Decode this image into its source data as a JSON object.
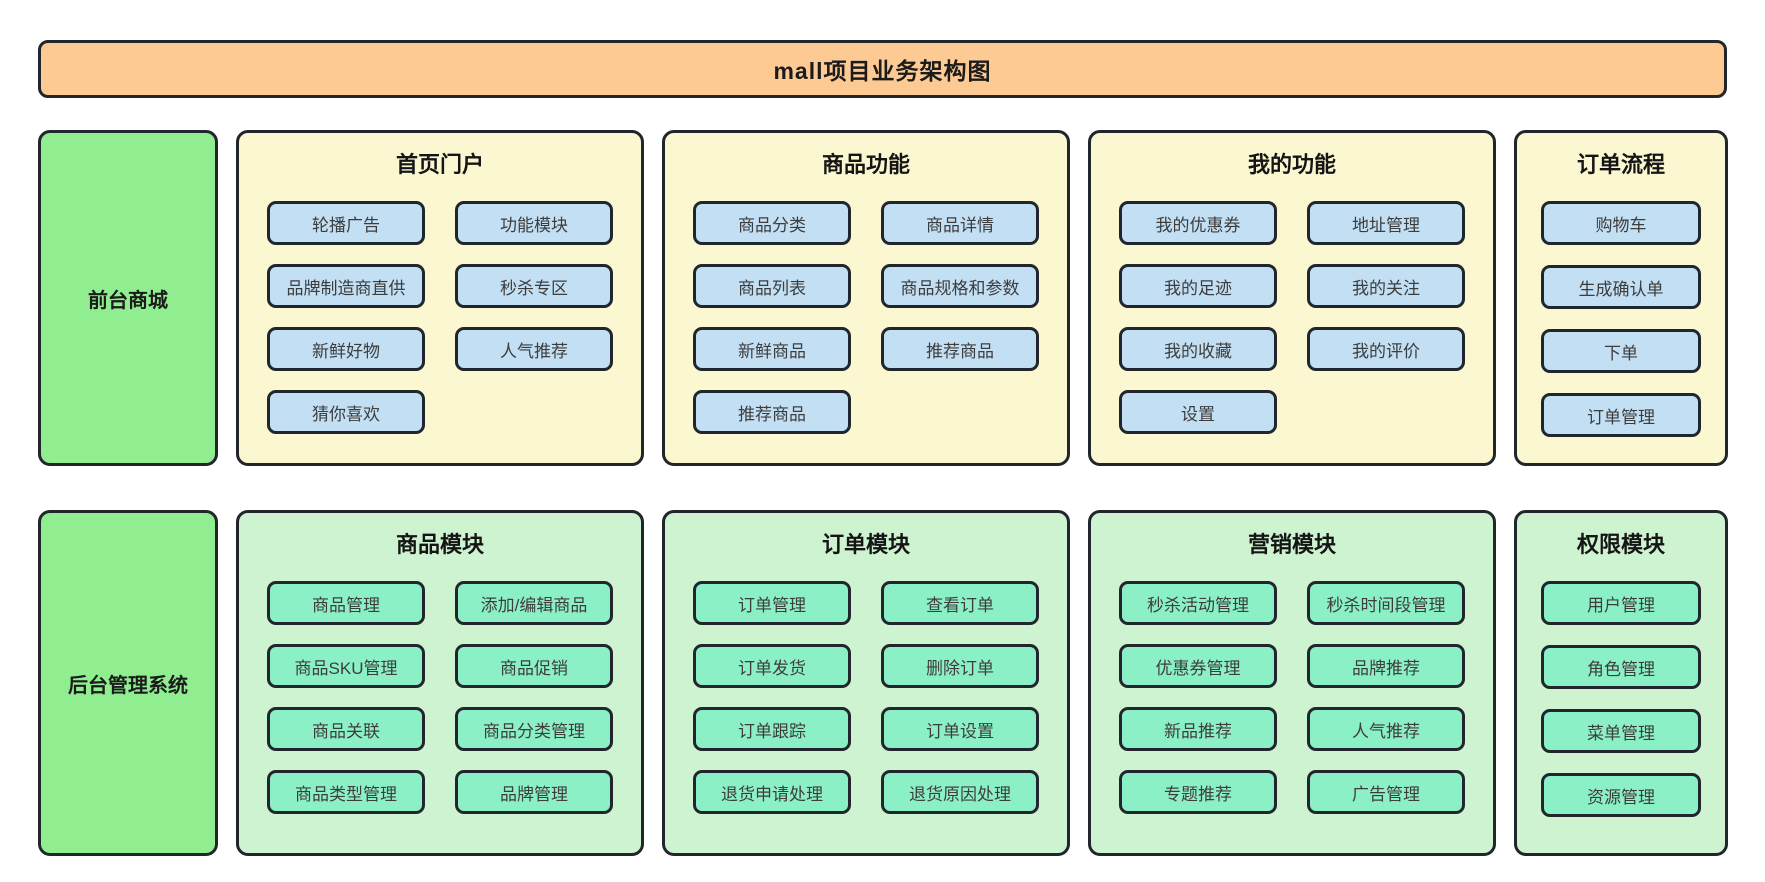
{
  "title": "mall项目业务架构图",
  "colors": {
    "border": "#20262b",
    "banner_fill": "#fcca92",
    "sidebar_fill": "#90ee90",
    "front_panel_fill": "#fbf7d0",
    "front_item_fill": "#c2dff4",
    "back_panel_fill": "#cef3d1",
    "back_item_fill": "#8cf0c7"
  },
  "rows": [
    {
      "sidebar": "前台商城",
      "panels": [
        {
          "title": "首页门户",
          "columns": 2,
          "items": [
            "轮播广告",
            "功能模块",
            "品牌制造商直供",
            "秒杀专区",
            "新鲜好物",
            "人气推荐",
            "猜你喜欢"
          ]
        },
        {
          "title": "商品功能",
          "columns": 2,
          "items": [
            "商品分类",
            "商品详情",
            "商品列表",
            "商品规格和参数",
            "新鲜商品",
            "推荐商品",
            "推荐商品"
          ]
        },
        {
          "title": "我的功能",
          "columns": 2,
          "items": [
            "我的优惠券",
            "地址管理",
            "我的足迹",
            "我的关注",
            "我的收藏",
            "我的评价",
            "设置"
          ]
        },
        {
          "title": "订单流程",
          "columns": 1,
          "items": [
            "购物车",
            "生成确认单",
            "下单",
            "订单管理"
          ]
        }
      ]
    },
    {
      "sidebar": "后台管理系统",
      "panels": [
        {
          "title": "商品模块",
          "columns": 2,
          "items": [
            "商品管理",
            "添加/编辑商品",
            "商品SKU管理",
            "商品促销",
            "商品关联",
            "商品分类管理",
            "商品类型管理",
            "品牌管理"
          ]
        },
        {
          "title": "订单模块",
          "columns": 2,
          "items": [
            "订单管理",
            "查看订单",
            "订单发货",
            "删除订单",
            "订单跟踪",
            "订单设置",
            "退货申请处理",
            "退货原因处理"
          ]
        },
        {
          "title": "营销模块",
          "columns": 2,
          "items": [
            "秒杀活动管理",
            "秒杀时间段管理",
            "优惠券管理",
            "品牌推荐",
            "新品推荐",
            "人气推荐",
            "专题推荐",
            "广告管理"
          ]
        },
        {
          "title": "权限模块",
          "columns": 1,
          "items": [
            "用户管理",
            "角色管理",
            "菜单管理",
            "资源管理"
          ]
        }
      ]
    }
  ]
}
